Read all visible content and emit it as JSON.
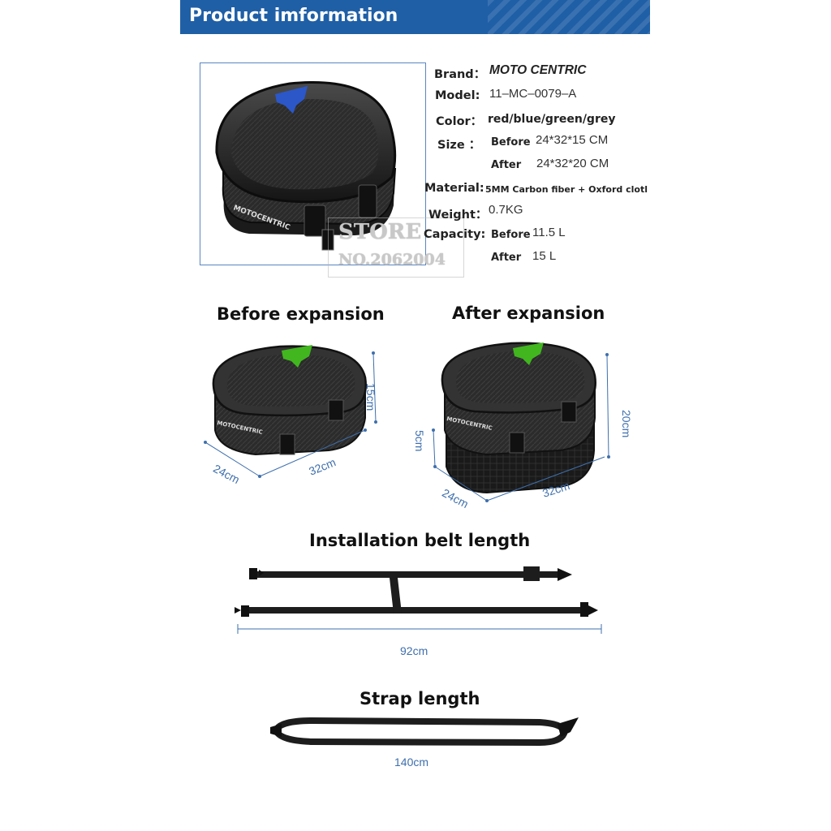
{
  "header": {
    "title": "Product imformation"
  },
  "specs": {
    "brand_label": "Brand：",
    "brand_value": "MOTO CENTRIC",
    "model_label": "Model:",
    "model_value": "11–MC–0079–A",
    "color_label": "Color：",
    "color_value": "red/blue/green/grey",
    "size_label": "Size  ：",
    "size_before_label": "Before",
    "size_before_value": "24*32*15 CM",
    "size_after_label": "After",
    "size_after_value": "24*32*20 CM",
    "material_label": "Material:",
    "material_value": "5MM Carbon fiber + Oxford clotl",
    "weight_label": "Weight：",
    "weight_value": "0.7KG",
    "capacity_label": "Capacity:",
    "capacity_before_label": "Before",
    "capacity_before_value": "11.5 L",
    "capacity_after_label": "After",
    "capacity_after_value": "15 L"
  },
  "watermark": {
    "line1": "STORE",
    "line2": "NO.2062004"
  },
  "sections": {
    "before_title": "Before expansion",
    "after_title": "After expansion",
    "belt_title": "Installation belt length",
    "strap_title": "Strap length"
  },
  "dimensions": {
    "before_height": "15cm",
    "before_depth": "24cm",
    "before_width": "32cm",
    "after_extra": "5cm",
    "after_height": "20cm",
    "after_depth": "24cm",
    "after_width": "32cm",
    "belt_length": "92cm",
    "strap_length": "140cm"
  },
  "colors": {
    "header_bg": "#1f5fa6",
    "dimension": "#3e6fad",
    "logo_blue": "#2b57c9",
    "logo_green": "#41b61f"
  }
}
